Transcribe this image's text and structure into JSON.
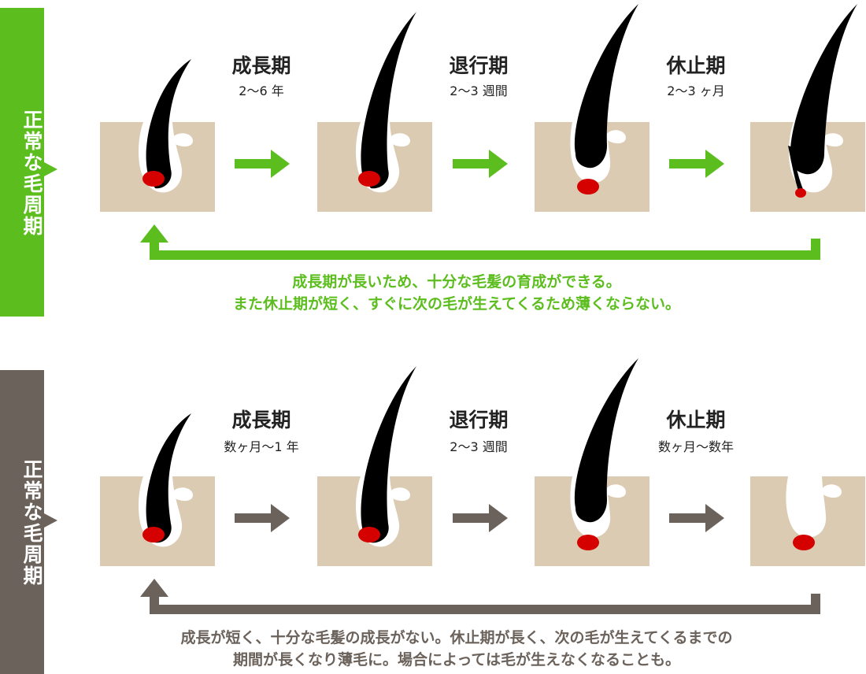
{
  "colors": {
    "normal": "#5cbe1e",
    "thinning": "#6b625b",
    "skin": "#dbcbb2",
    "hair": "#000000",
    "papilla": "#d50000",
    "text": "#222222"
  },
  "icons": [
    "hair-follicle-icon",
    "arrow-right-icon",
    "return-arrow-icon"
  ],
  "sections": [
    {
      "tab_label": "正常な毛周期",
      "phases": [
        {
          "title": "成長期",
          "duration": "2〜6 年"
        },
        {
          "title": "退行期",
          "duration": "2〜3 週間"
        },
        {
          "title": "休止期",
          "duration": "2〜3 ヶ月"
        }
      ],
      "note_lines": [
        "成長期が長いため、十分な毛髪の育成ができる。",
        "また休止期が短く、すぐに次の毛が生えてくるため薄くならない。"
      ]
    },
    {
      "tab_label": "正常な毛周期",
      "phases": [
        {
          "title": "成長期",
          "duration": "数ヶ月〜1 年"
        },
        {
          "title": "退行期",
          "duration": "2〜3 週間"
        },
        {
          "title": "休止期",
          "duration": "数ヶ月〜数年"
        }
      ],
      "note_lines": [
        "成長が短く、十分な毛髪の成長がない。休止期が長く、次の毛が生えてくるまでの",
        "期間が長くなり薄毛に。場合によっては毛が生えなくなることも。"
      ]
    }
  ]
}
